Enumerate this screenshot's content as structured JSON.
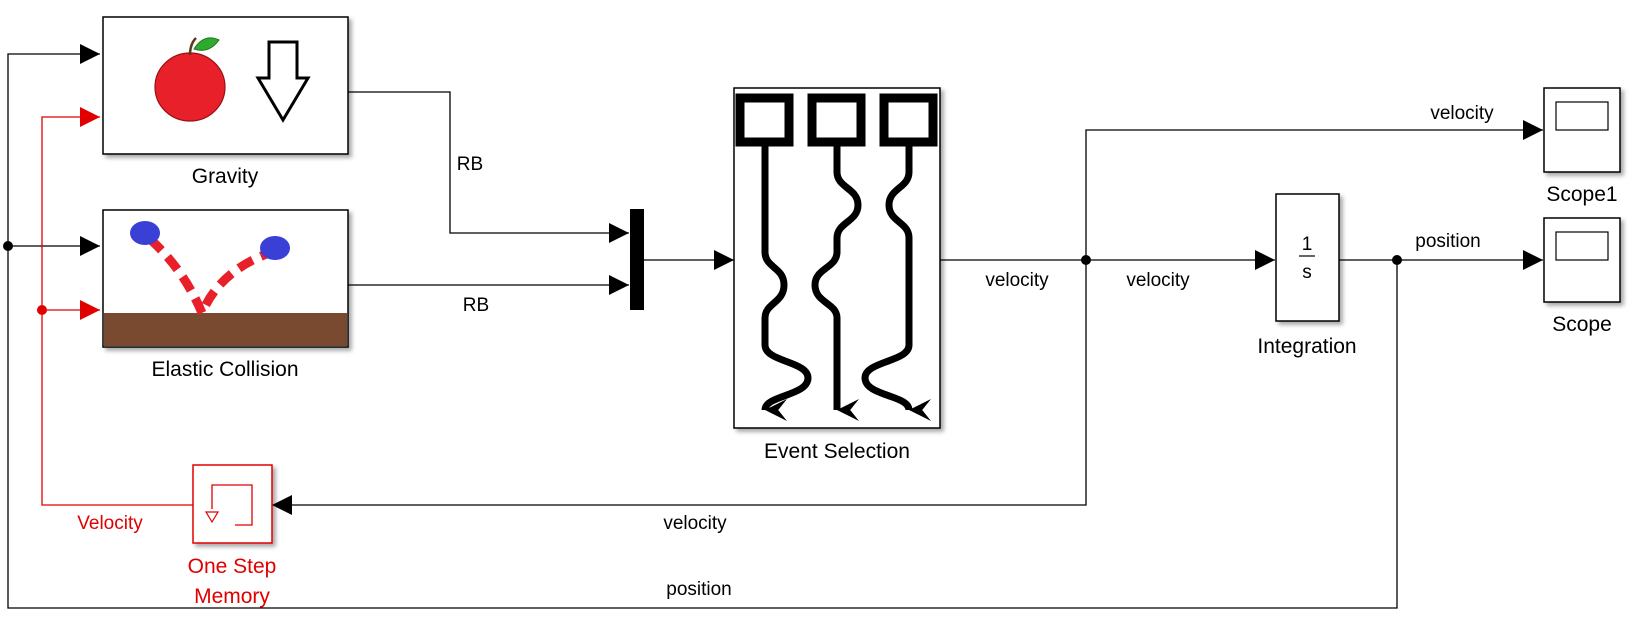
{
  "blocks": {
    "gravity": {
      "label": "Gravity"
    },
    "elastic_collision": {
      "label": "Elastic Collision"
    },
    "event_selection": {
      "label": "Event Selection"
    },
    "integration": {
      "label": "Integration",
      "numerator": "1",
      "denominator": "s"
    },
    "scope1": {
      "label": "Scope1"
    },
    "scope": {
      "label": "Scope"
    },
    "memory": {
      "label_line1": "One Step",
      "label_line2": "Memory"
    }
  },
  "signals": {
    "rb_gravity": "RB",
    "rb_collision": "RB",
    "velocity_event_out": "velocity",
    "velocity_to_integrator": "velocity",
    "velocity_to_scope1": "velocity",
    "position_to_scope": "position",
    "velocity_feedback": "velocity",
    "position_feedback": "position",
    "memory_output": "Velocity"
  },
  "colors": {
    "wire": "#000000",
    "highlight": "#e00000",
    "apple": "#e8202a",
    "leaf": "#2faa2f",
    "ball": "#3a3fd6",
    "ground": "#7a4a30"
  }
}
